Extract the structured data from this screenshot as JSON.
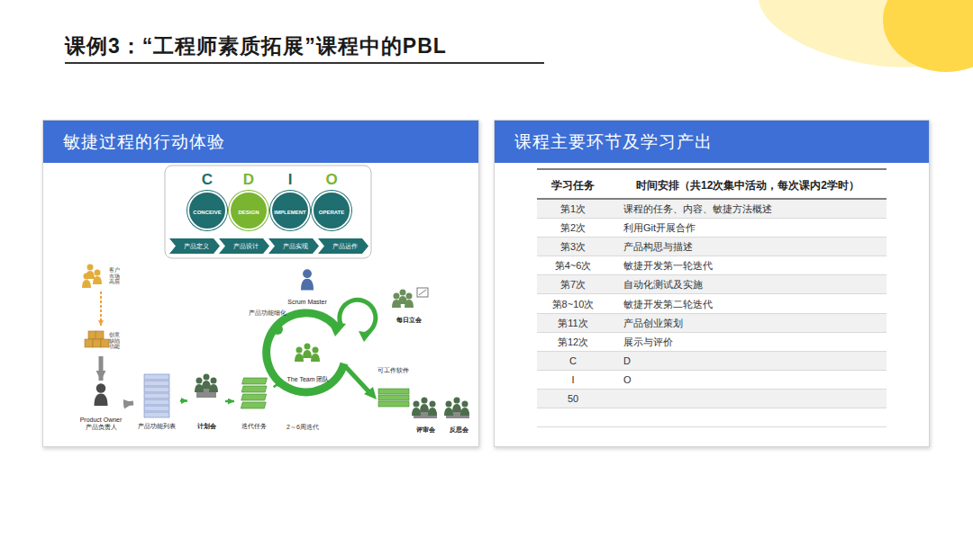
{
  "diagram": {
    "title": "课例3：“工程师素质拓展”课程中的PBL",
    "nodes": [
      {
        "text": [
          "敏捷过程的行动体验"
        ]
      },
      {
        "text": [
          "C",
          "CONCEIVE"
        ],
        "in": 0
      },
      {
        "text": [
          "D",
          "DESIGN"
        ],
        "in": 0
      },
      {
        "text": [
          "I",
          "IMPLEMENT"
        ],
        "in": 0
      },
      {
        "text": [
          "O",
          "OPERATE"
        ],
        "in": 0
      },
      {
        "text": [
          "产品定义"
        ],
        "in": 0
      },
      {
        "text": [
          "产品设计"
        ],
        "in": 0
      },
      {
        "text": [
          "产品实现"
        ],
        "in": 0
      },
      {
        "text": [
          "产品运作"
        ],
        "in": 0
      },
      {
        "text": [
          "客户 市场 高层"
        ],
        "in": 0
      },
      {
        "text": [
          "创意 缺陷 功能"
        ],
        "in": 0
      },
      {
        "text": [
          "Product Owner 产品负责人"
        ],
        "in": 0
      },
      {
        "text": [
          "产品功能列表"
        ],
        "in": 0
      },
      {
        "text": [
          "计划会"
        ],
        "in": 0
      },
      {
        "text": [
          "迭代任务"
        ],
        "in": 0
      },
      {
        "text": [
          "The Team 团队"
        ],
        "in": 0
      },
      {
        "text": [
          "Scrum Master"
        ],
        "in": 0
      },
      {
        "text": [
          "每日立会"
        ],
        "in": 0
      },
      {
        "text": [
          "可工作软件"
        ],
        "in": 0
      },
      {
        "text": [
          "评审会"
        ],
        "in": 0
      },
      {
        "text": [
          "反思会"
        ],
        "in": 0
      },
      {
        "text": [
          "课程主要环节及学习产出"
        ]
      }
    ],
    "edges": [
      {
        "from": 9,
        "to": 10,
        "arrow": "to"
      },
      {
        "from": 10,
        "to": 11,
        "arrow": "to"
      },
      {
        "from": 11,
        "to": 12,
        "arrow": "to"
      },
      {
        "from": 12,
        "to": 13,
        "arrow": "to"
      },
      {
        "from": 13,
        "to": 14,
        "arrow": "to"
      },
      {
        "from": 14,
        "to": 15,
        "arrow": "to"
      }
    ],
    "labels": [
      "产品功能细化",
      "2～6周迭代",
      "学习任务",
      "时间安排（共12次集中活动，每次课内2学时）",
      "第1次",
      "课程的任务、内容、敏捷方法概述",
      "第2次",
      "利用Git开展合作",
      "第3次",
      "产品构思与描述",
      "第4~6次",
      "敏捷开发第一轮迭代",
      "第7次",
      "自动化测试及实施",
      "第8~10次",
      "敏捷开发第二轮迭代",
      "第11次",
      "产品创业策划",
      "第12次",
      "展示与评价",
      "C",
      "D",
      "I",
      "O",
      "50"
    ]
  }
}
